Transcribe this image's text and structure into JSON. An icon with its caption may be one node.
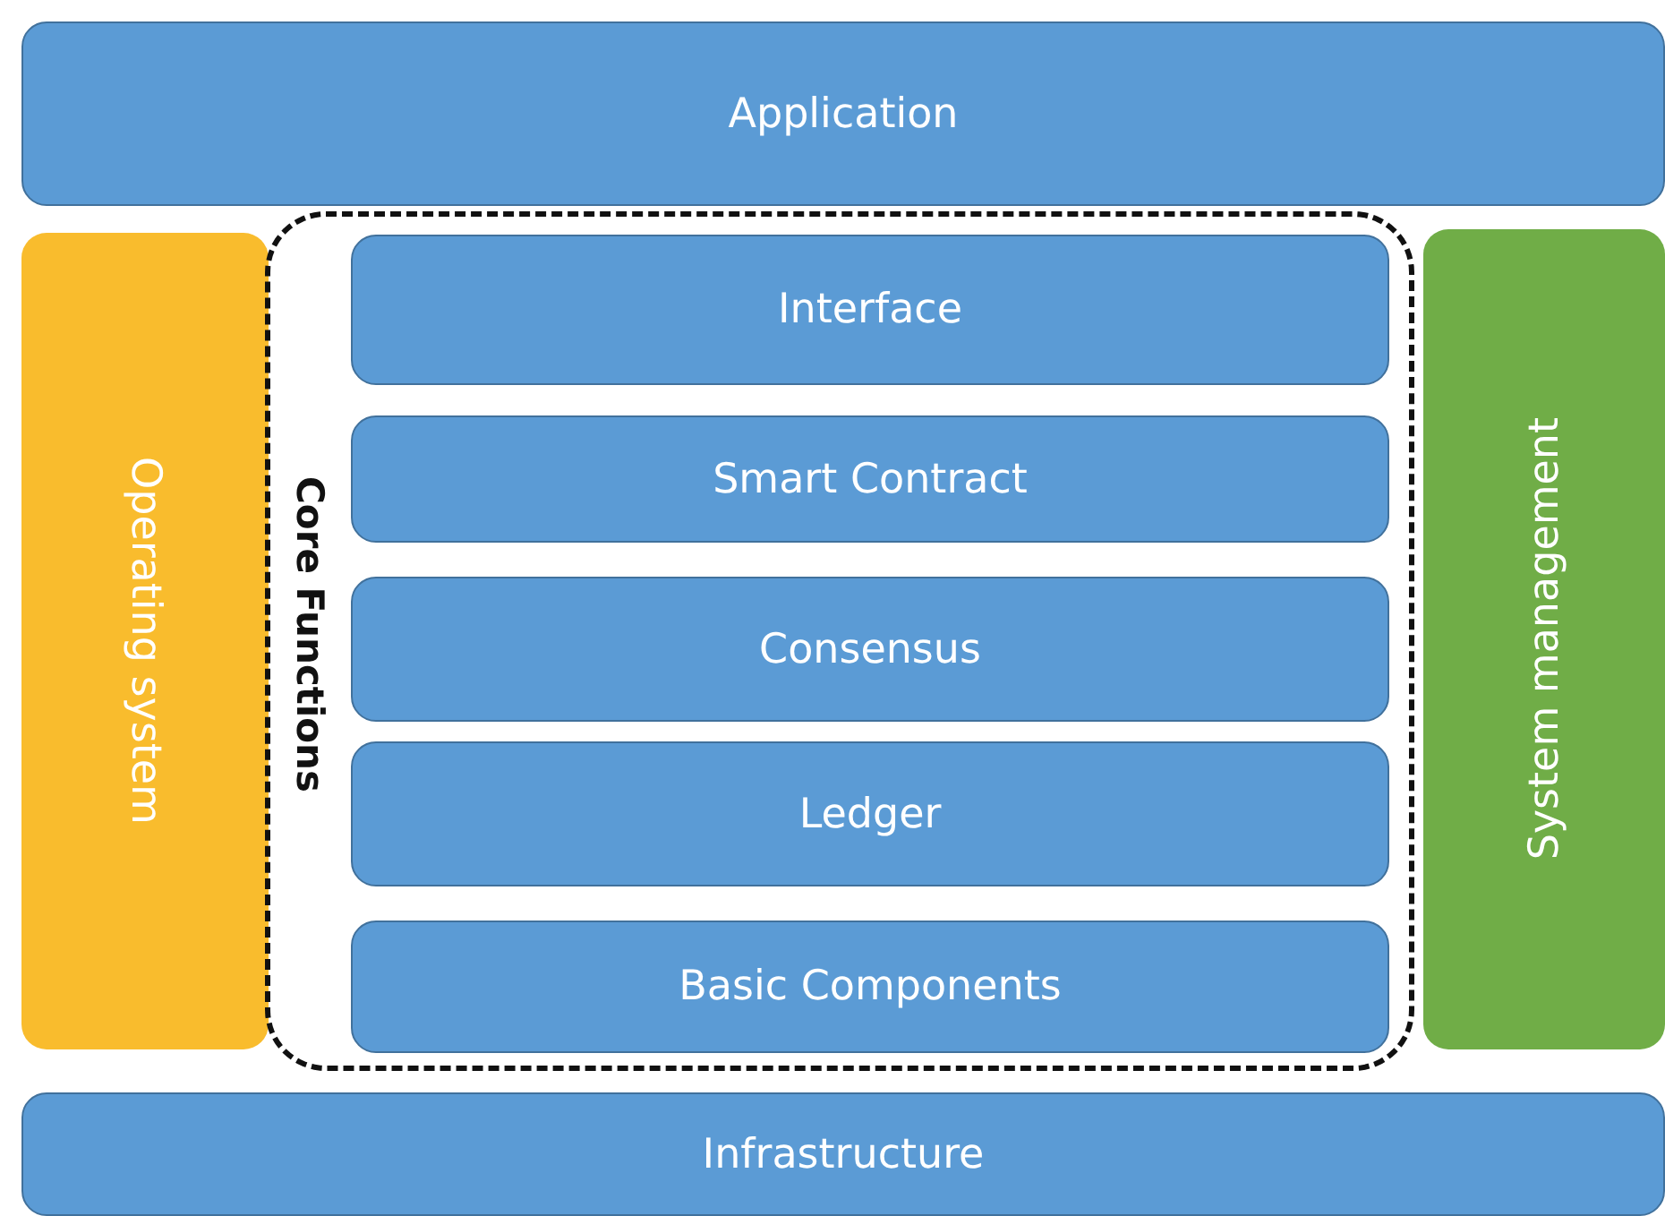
{
  "diagram": {
    "nodes": [
      {
        "text": [
          "Application"
        ]
      },
      {
        "text": [
          "Operating system"
        ]
      },
      {
        "text": [
          "Core Functions"
        ]
      },
      {
        "text": [
          "Interface"
        ],
        "in": 2
      },
      {
        "text": [
          "Smart Contract"
        ],
        "in": 2
      },
      {
        "text": [
          "Consensus"
        ],
        "in": 2
      },
      {
        "text": [
          "Ledger"
        ],
        "in": 2
      },
      {
        "text": [
          "Basic Components"
        ],
        "in": 2
      },
      {
        "text": [
          "System management"
        ]
      },
      {
        "text": [
          "Infrastructure"
        ]
      }
    ]
  }
}
